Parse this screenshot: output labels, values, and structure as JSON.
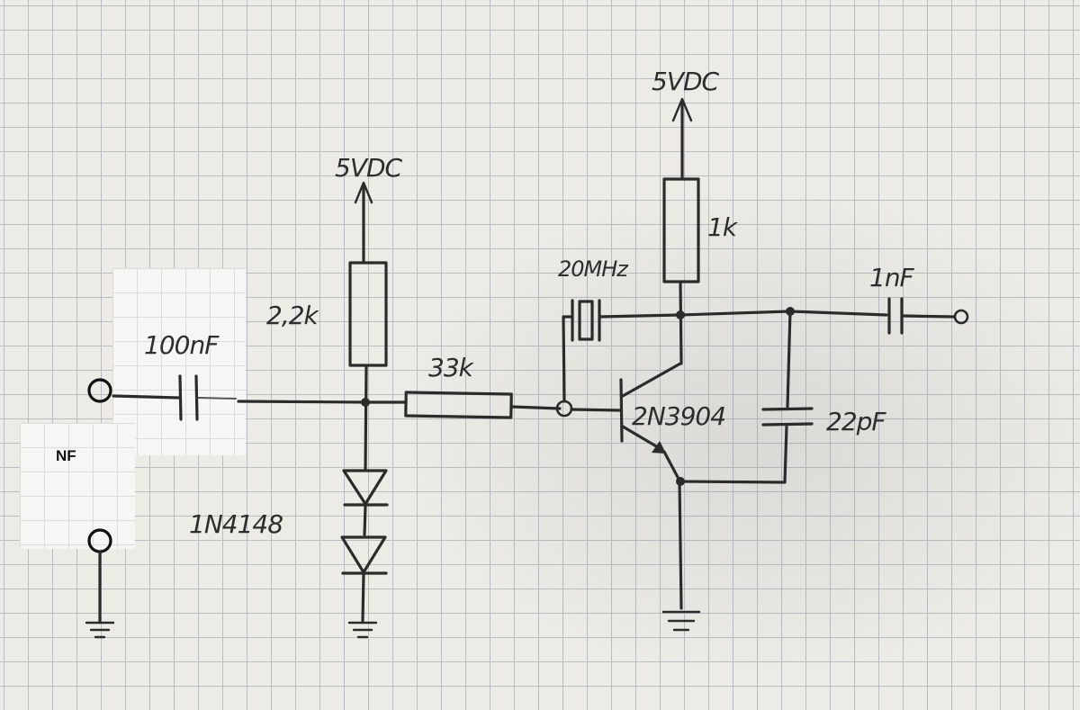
{
  "labels": {
    "supply_left": "5VDC",
    "supply_right": "5VDC",
    "r_bias": "2,2k",
    "r_base": "33k",
    "r_collector": "1k",
    "c_input": "100nF",
    "c_output": "1nF",
    "c_feedback": "22pF",
    "crystal": "20MHz",
    "transistor": "2N3904",
    "diodes": "1N4148",
    "input_port": "NF"
  }
}
